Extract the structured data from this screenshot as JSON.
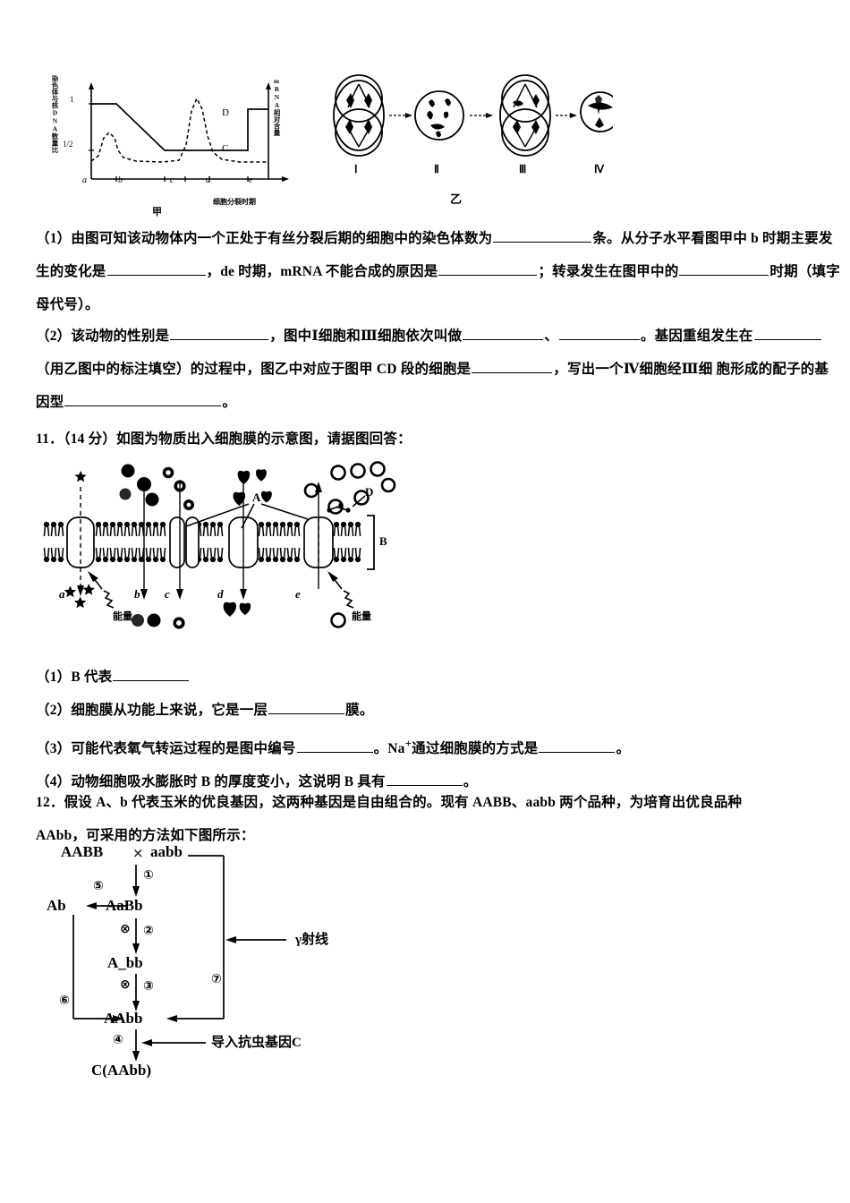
{
  "figure_jia": {
    "y_axis_left": "染色体与核DNA数量比",
    "y_axis_right_prefix": "m",
    "y_axis_right": "RNA相对含量",
    "tick_one": "1",
    "tick_half": "1/2",
    "x_segments": [
      "a",
      "b",
      "c",
      "d",
      "e"
    ],
    "x_axis_label": "细胞分裂时期",
    "caption": "甲",
    "point_c": "C",
    "point_d": "D"
  },
  "figure_yi": {
    "cells": [
      "Ⅰ",
      "Ⅱ",
      "Ⅲ",
      "Ⅳ"
    ],
    "caption": "乙"
  },
  "question10": {
    "part1": {
      "s1": "（1）由图可知该动物体内一个正处于有丝分裂后期的细胞中的染色体数为",
      "s2": "条。从分子水平看图甲中 b",
      "s3": "时期主要发生的变化是",
      "s4": "，de 时期，mRNA 不能合成的原因是",
      "s5": "；转录发生在图甲中的",
      "s6": "时期（填字母代号）。"
    },
    "part2": {
      "s1": "（2）该动物的性别是",
      "s2": "，图中Ⅰ细胞和Ⅲ细胞依次叫做",
      "s3": "、",
      "s4": "。基因重组发生在",
      "s5": "（用乙图中的标注填空）的过程中，图乙中对应于图甲 CD 段的细胞是",
      "s6": "，写出一个Ⅳ细胞经Ⅲ细",
      "s7": "胞形成的配子的基因型",
      "s8": "。"
    }
  },
  "question11": {
    "stem": "11．（14 分）如图为物质出入细胞膜的示意图，请据图回答：",
    "figure": {
      "pathway_labels": [
        "a",
        "b",
        "c",
        "d",
        "e"
      ],
      "structure_labels": [
        "A",
        "B",
        "D"
      ],
      "energy_label": "能量"
    },
    "sub1_a": "（1）B 代表",
    "sub2_a": "（2）细胞膜从功能上来说，它是一层",
    "sub2_b": "膜。",
    "sub3_a": "（3）可能代表氧气转运过程的是图中编号",
    "sub3_b": "。Na",
    "sub3_sup": "+",
    "sub3_c": "通过细胞膜的方式是",
    "sub3_d": "。",
    "sub4_a": "（4）动物细胞吸水膨胀时 B 的厚度变小，这说明 B 具有",
    "sub4_b": "。"
  },
  "question12": {
    "stem_line1": "12．假设 A、b 代表玉米的优良基因，这两种基因是自由组合的。现有 AABB、aabb 两个品种，为培育出优良品种",
    "stem_line2": "AAbb，可采用的方法如下图所示：",
    "figure": {
      "parent1": "AABB",
      "cross_symbol": "×",
      "parent2": "aabb",
      "f1": "AaBb",
      "f2": "A_bb",
      "target": "AAbb",
      "haploid": "Ab",
      "final": "C(AAbb)",
      "steps": [
        "①",
        "②",
        "③",
        "④",
        "⑤",
        "⑥",
        "⑦"
      ],
      "selfing_symbol": "⊗",
      "gamma_label": "γ射线",
      "transgene_label": "导入抗虫基因C"
    }
  }
}
